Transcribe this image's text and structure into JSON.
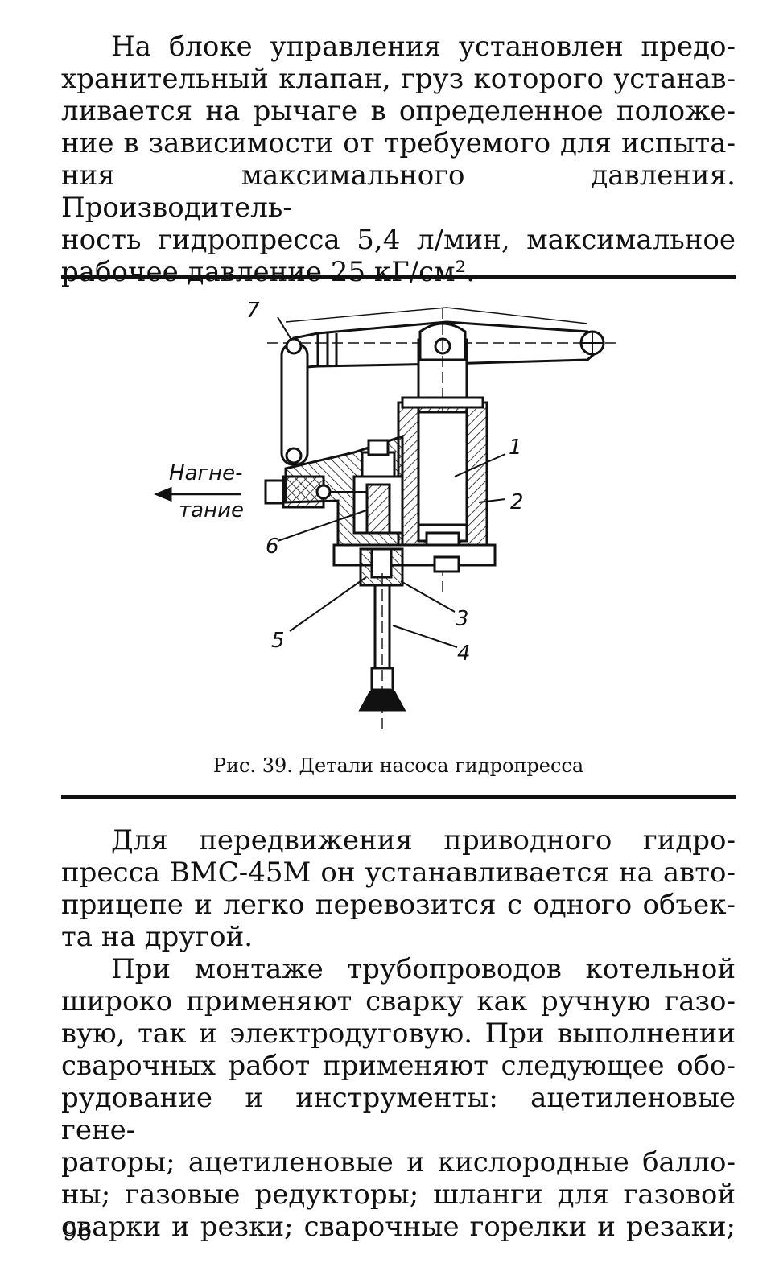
{
  "paragraph1": {
    "lines": [
      "На блоке управления установлен предо-",
      "хранительный клапан, груз которого устанав-",
      "ливается на рычаге в определенное положе-",
      "ние в зависимости от требуемого для испыта-",
      "ния максимального давления. Производитель-",
      "ность гидропресса 5,4 л/мин, максимальное",
      "рабочее давление 25 кГ/см²."
    ]
  },
  "figure": {
    "caption": "Рис. 39. Детали насоса гидропресса",
    "arrow_label_line1": "Нагне-",
    "arrow_label_line2": "тание",
    "callouts": [
      "1",
      "2",
      "3",
      "4",
      "5",
      "6",
      "7"
    ]
  },
  "paragraph2": {
    "lines": [
      "Для передвижения приводного гидро-",
      "пресса ВМС-45М он устанавливается на авто-",
      "прицепе и легко перевозится с одного объек-",
      "та на другой."
    ]
  },
  "paragraph3": {
    "lines": [
      "При монтаже трубопроводов котельной",
      "широко применяют сварку как ручную газо-",
      "вую, так и электродуговую. При выполнении",
      "сварочных работ применяют следующее обо-",
      "рудование и инструменты: ацетиленовые гене-",
      "раторы; ацетиленовые и кислородные балло-",
      "ны; газовые редукторы; шланги для газовой",
      "сварки и резки; сварочные горелки и резаки;"
    ]
  },
  "page_number": "96"
}
